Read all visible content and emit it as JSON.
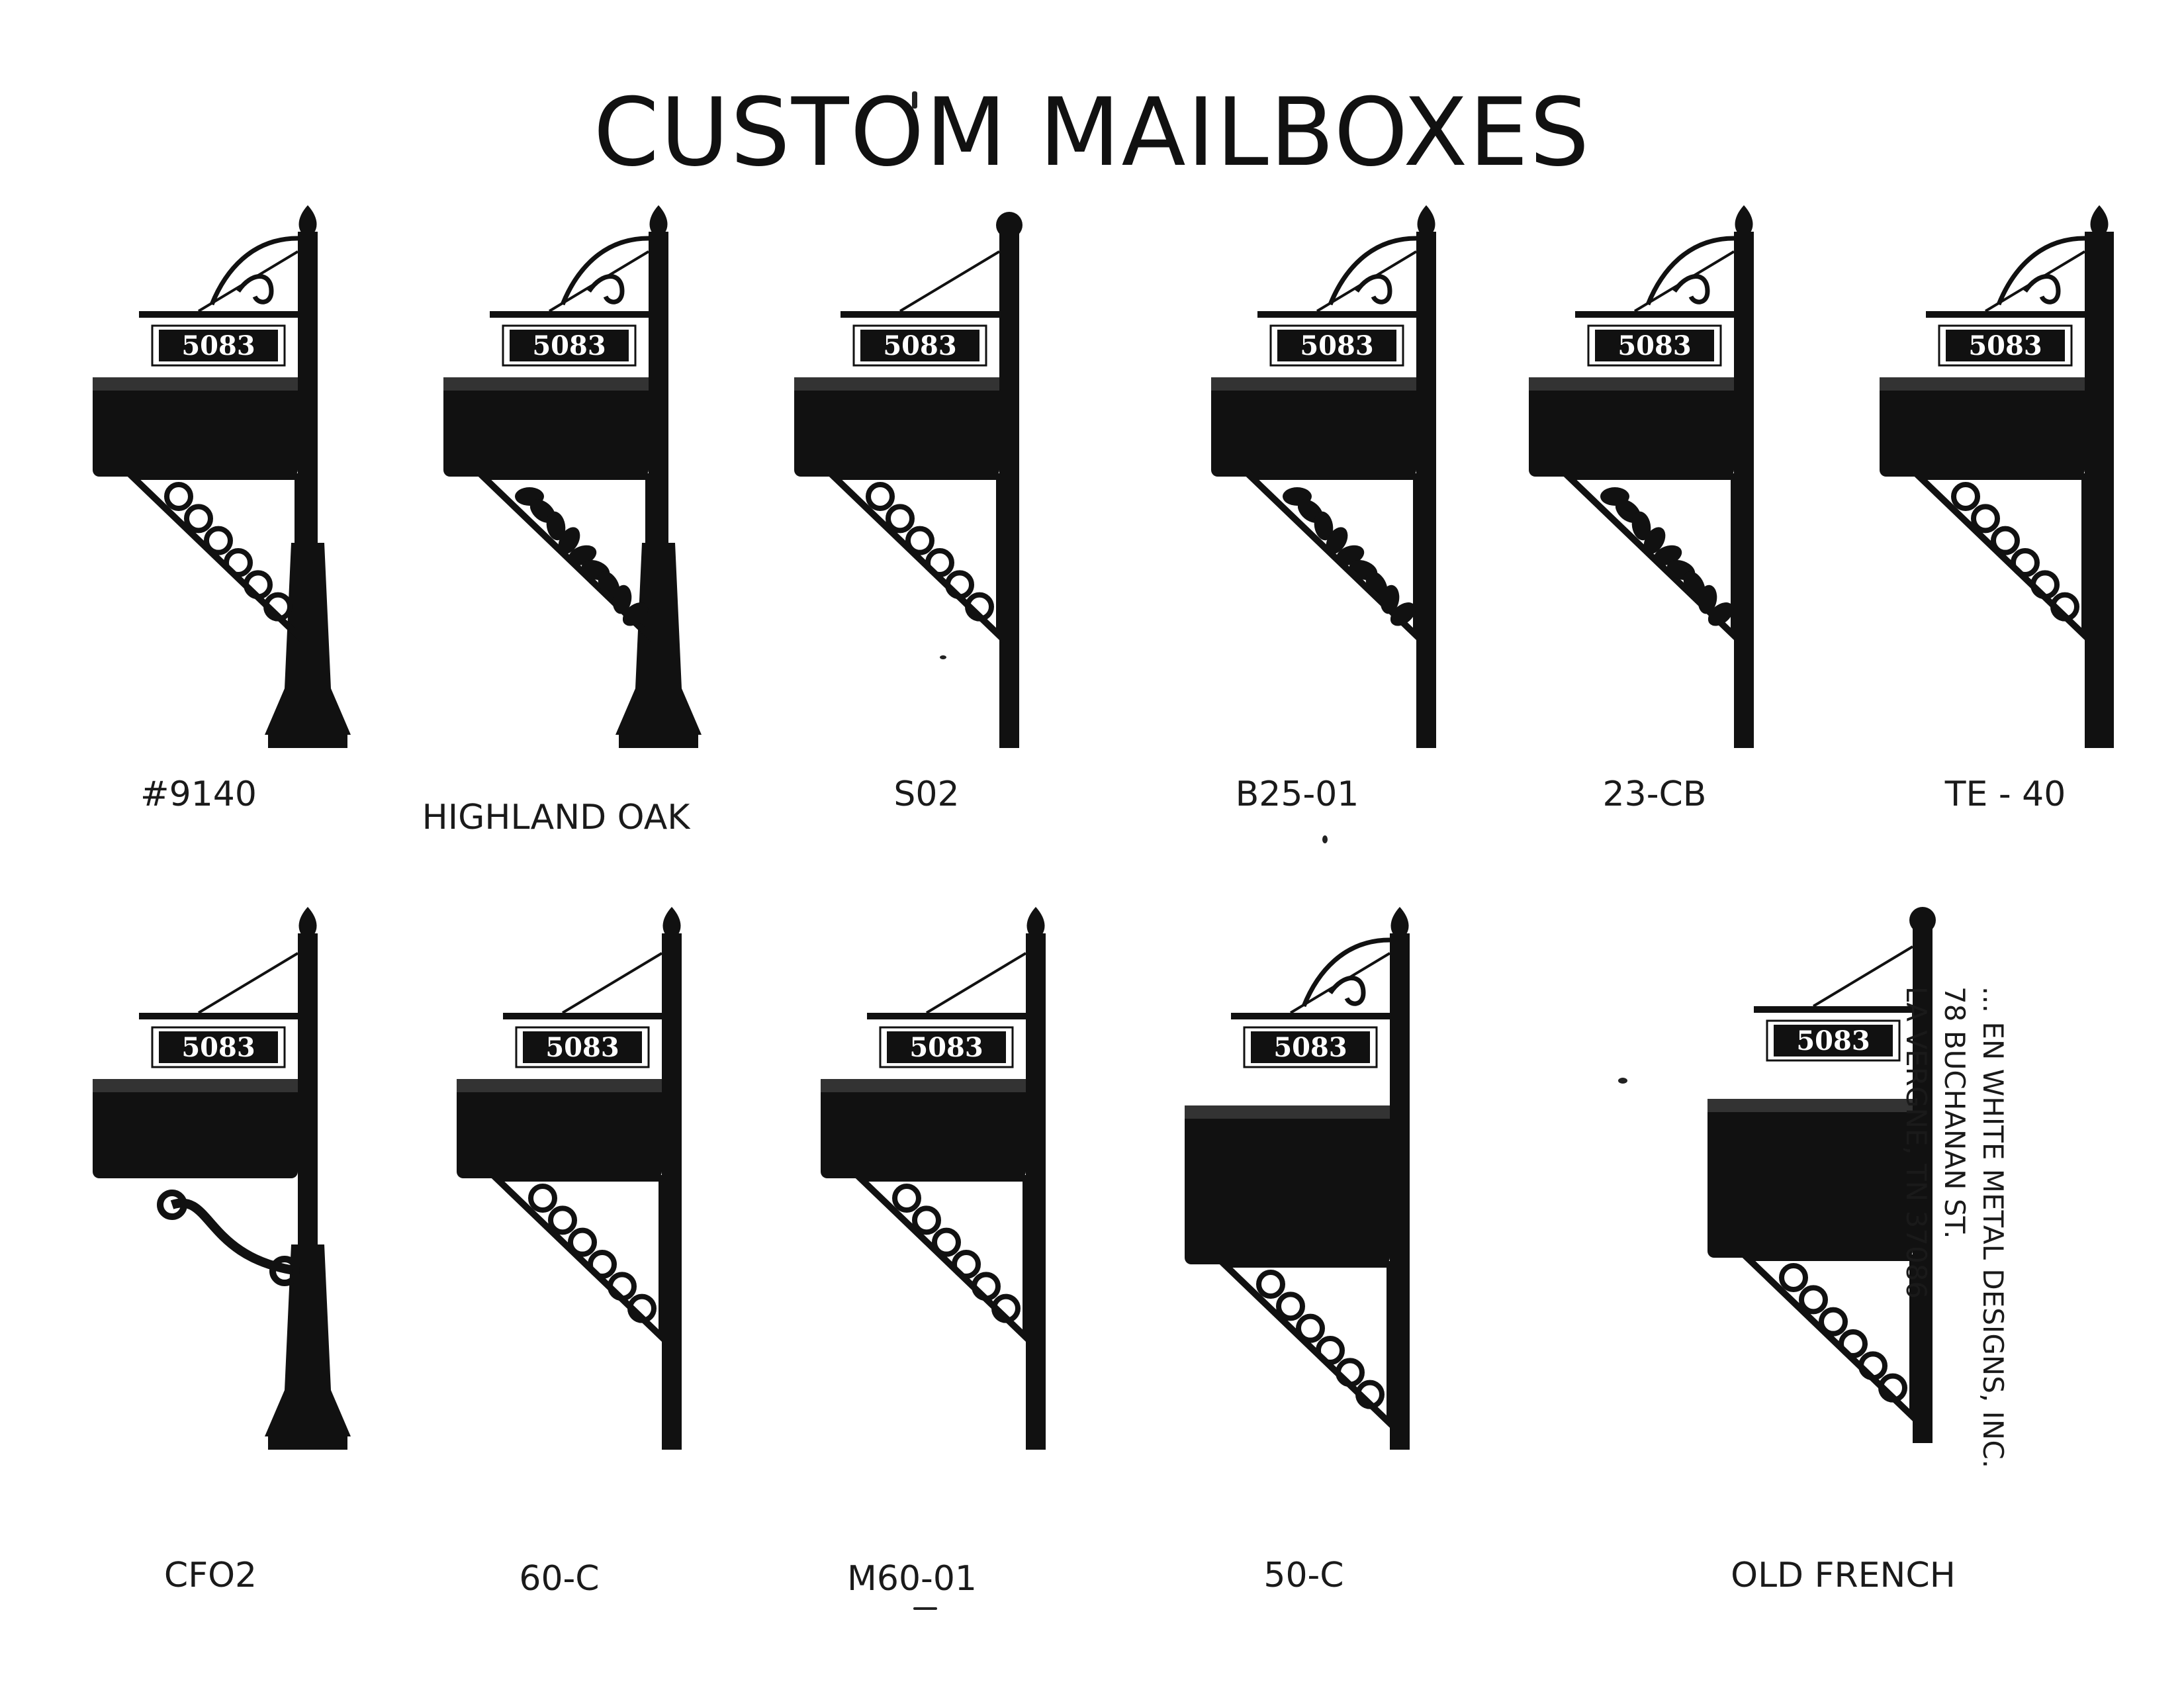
{
  "title": "CUSTOM MAILBOXES",
  "plate_number": "5083",
  "models_row1": [
    "#9140",
    "HIGHLAND OAK",
    "S02",
    "B25-01",
    "23-CB",
    "TE - 40"
  ],
  "models_row2": [
    "CFO2",
    "60-C",
    "M60-01",
    "50-C",
    "OLD FRENCH"
  ],
  "address": {
    "line1": "... EN WHITE METAL DESIGNS, INC.",
    "line2": "78 BUCHANAN ST.",
    "line3": "LA VERGNE, TN 37086"
  },
  "colors": {
    "ink": "#111111",
    "paper": "#ffffff"
  }
}
